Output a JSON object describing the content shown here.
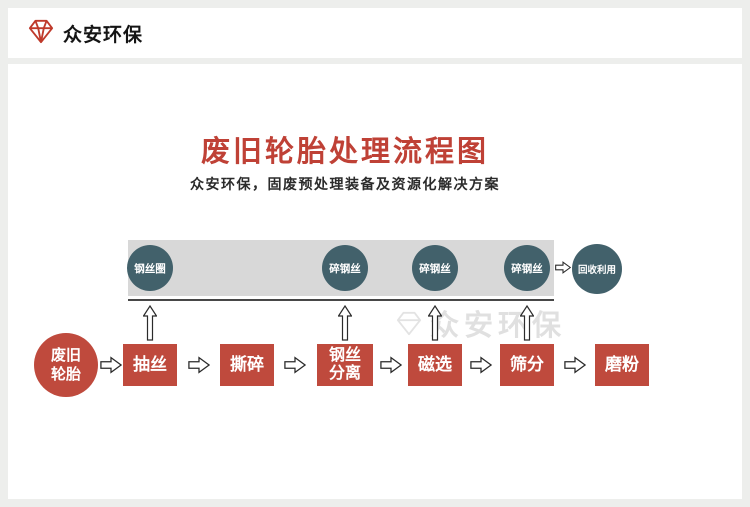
{
  "header": {
    "brand": "众安环保"
  },
  "content": {
    "title": "废旧轮胎处理流程图",
    "subtitle": "众安环保，固废预处理装备及资源化解决方案"
  },
  "diagram": {
    "start": {
      "line1": "废旧",
      "line2": "轮胎"
    },
    "steps": [
      {
        "label": "抽丝"
      },
      {
        "label": "撕碎"
      },
      {
        "label": "钢丝分离"
      },
      {
        "label": "磁选"
      },
      {
        "label": "筛分"
      },
      {
        "label": "磨粉"
      }
    ],
    "byproducts": [
      {
        "label": "钢丝圈"
      },
      {
        "label": "碎钢丝"
      },
      {
        "label": "碎钢丝"
      },
      {
        "label": "碎钢丝"
      }
    ],
    "recycle": {
      "label": "回收利用"
    },
    "watermark": "众安环保"
  },
  "colors": {
    "accent_red": "#bf4a3d",
    "title_red": "#bf4136",
    "slate_circle": "#42616b",
    "band_gray": "#d8d8d8"
  }
}
